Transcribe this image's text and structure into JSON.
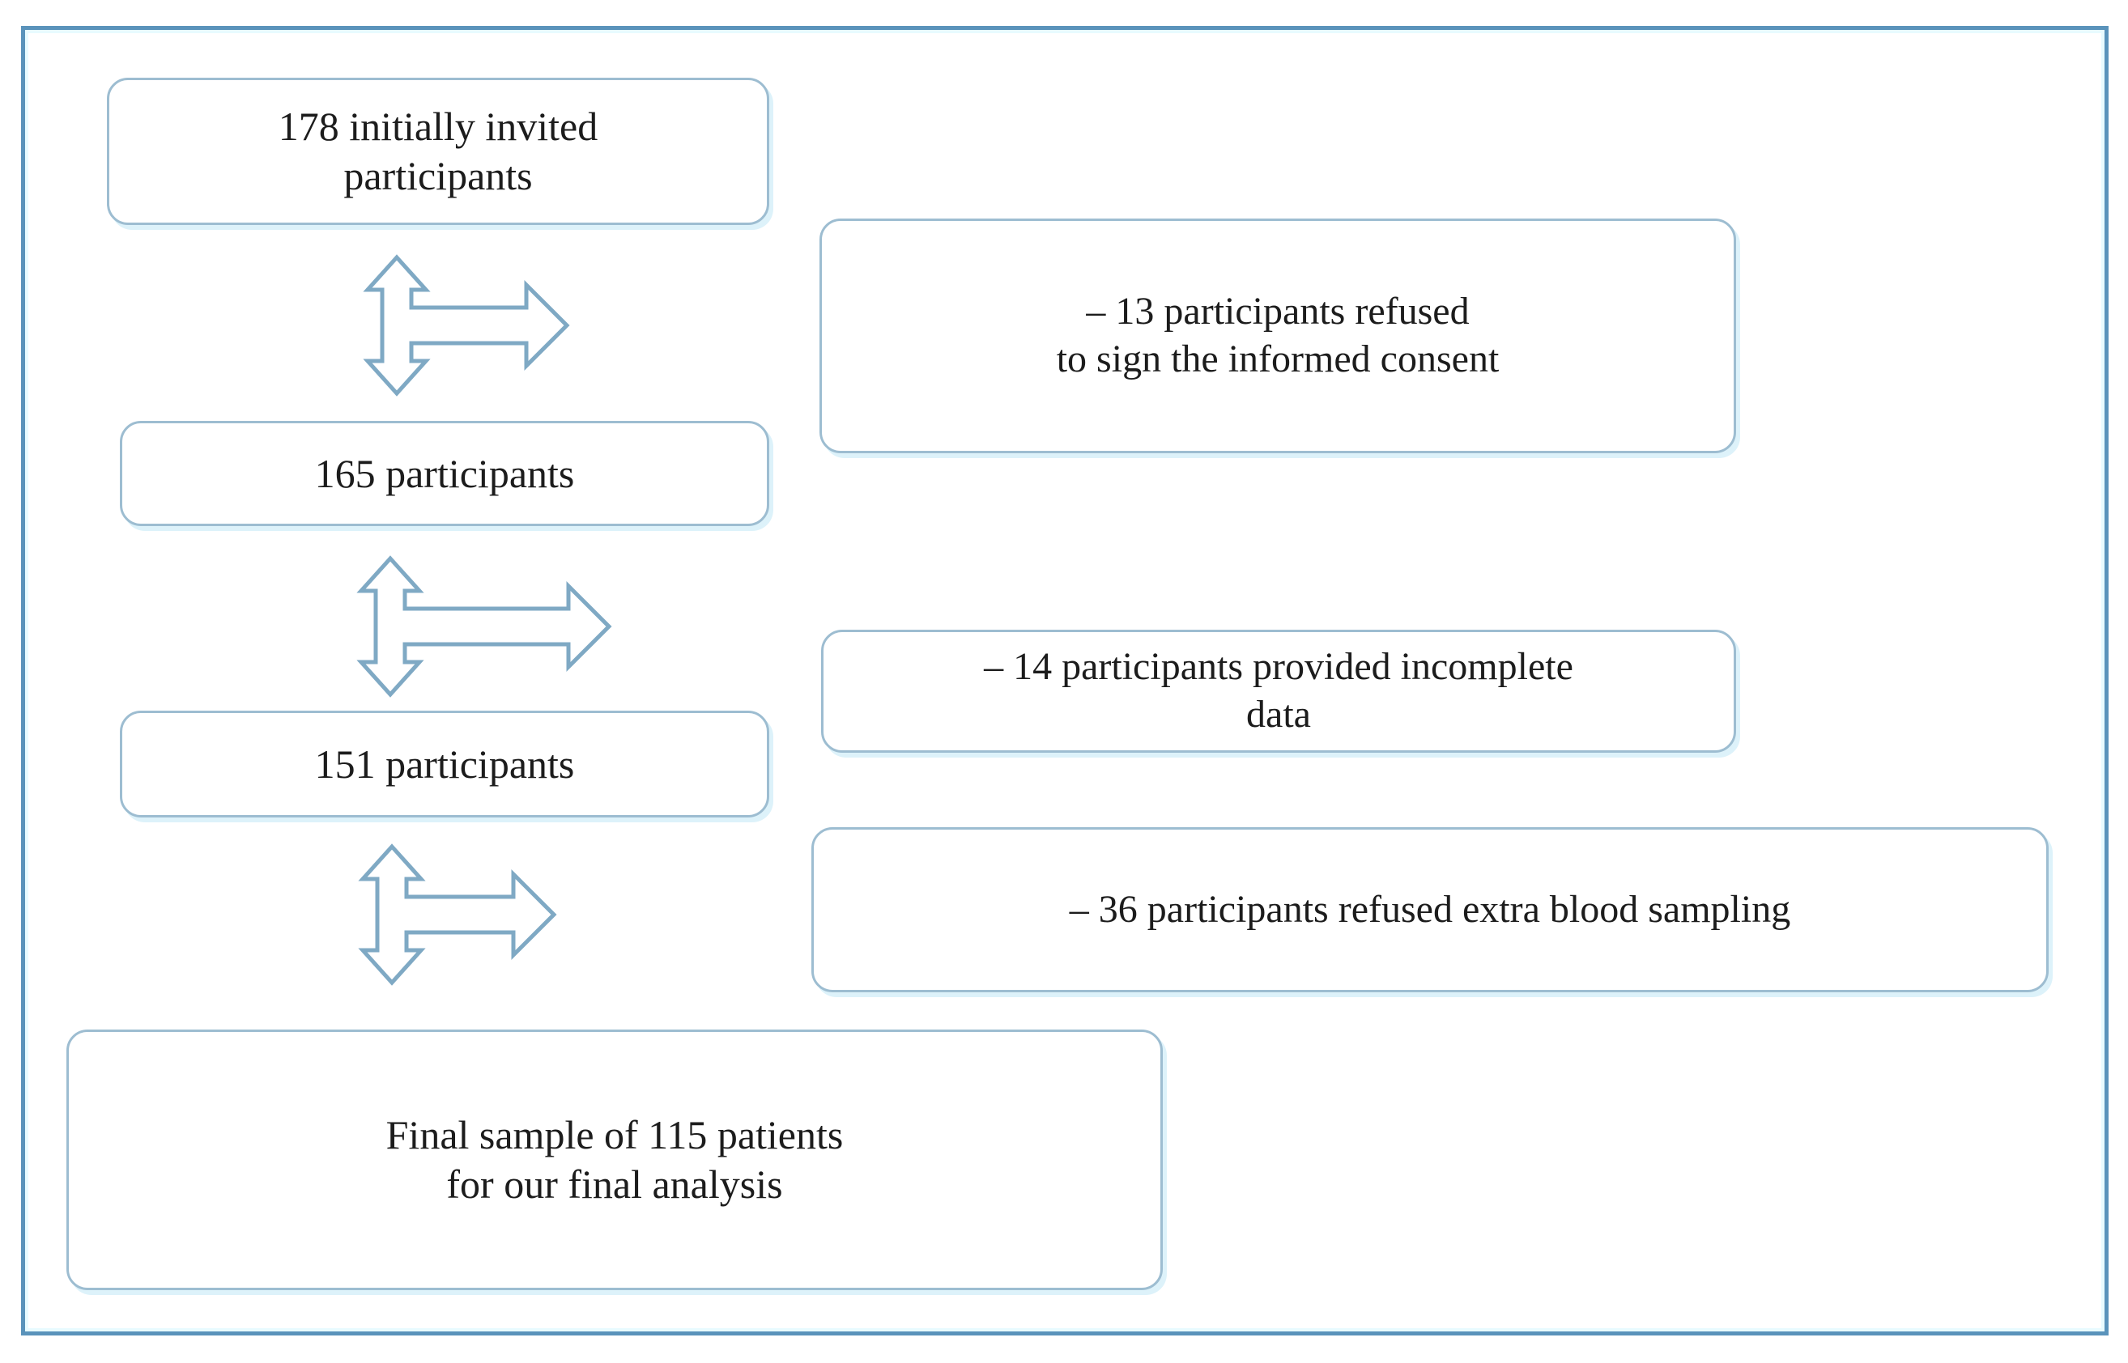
{
  "figure": {
    "type": "flowchart",
    "title": "Participant enrollment flow diagram",
    "frame_color": "#5a93bb",
    "box_border_color": "#9dbdd1",
    "box_shadow_color": "#ddf2fa",
    "arrow_stroke_color": "#7fa9c4",
    "text_color": "#1c1c1c"
  },
  "nodes": {
    "invited": {
      "label": "178 initially invited\nparticipants",
      "count": 178,
      "stage": "initially invited participants"
    },
    "consented": {
      "label": "165 participants",
      "count": 165,
      "stage": "participants"
    },
    "complete_data": {
      "label": "151 participants",
      "count": 151,
      "stage": "participants"
    },
    "final": {
      "label": "Final sample of 115 patients\nfor our final analysis",
      "count": 115,
      "stage": "final sample for our final analysis"
    }
  },
  "exclusions": {
    "refused_consent": {
      "label": "– 13 participants refused\nto sign the informed consent",
      "count": 13,
      "reason": "refused to sign the informed consent"
    },
    "incomplete_data": {
      "label": "– 14 participants provided incomplete\ndata",
      "count": 14,
      "reason": "provided incomplete data"
    },
    "refused_blood": {
      "label": "– 36 participants refused extra blood sampling",
      "count": 36,
      "reason": "refused extra blood sampling"
    }
  },
  "arrows": {
    "a1": {
      "name": "tee-arrow-up-down-right"
    },
    "a2": {
      "name": "tee-arrow-up-down-right"
    },
    "a3": {
      "name": "tee-arrow-up-down-right"
    }
  }
}
